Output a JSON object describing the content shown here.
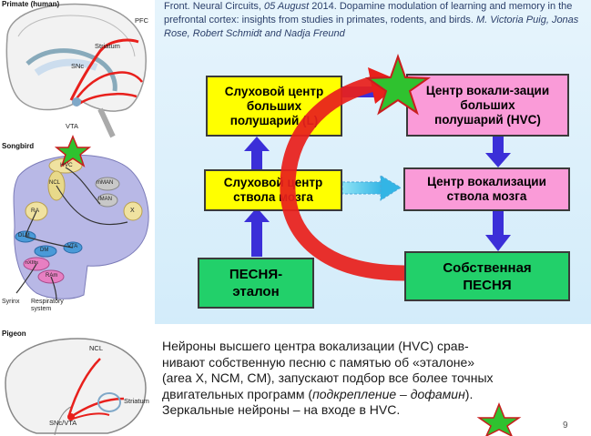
{
  "citation": {
    "journal": "Front. Neural Circuits,",
    "date": "05 August",
    "year_title": "2014. Dopamine modulation of learning and memory in the prefrontal cortex: insights from studies in primates, rodents, and birds.",
    "authors": "M. Victoria Puig,  Jonas Rose,  Robert Schmidt and  Nadja Freund"
  },
  "boxes": {
    "auditory_cortex": [
      "Слуховой центр",
      "больших",
      "полушарий (L)"
    ],
    "vocal_center": [
      "Центр вокали-зации",
      "больших",
      "полушарий (HVC)"
    ],
    "auditory_brainstem": [
      "Слуховой центр",
      "ствола мозга"
    ],
    "vocal_brainstem": [
      "Центр вокализации",
      "ствола мозга"
    ],
    "song_template": [
      "ПЕСНЯ-",
      "эталон"
    ],
    "own_song": [
      "Собственная",
      "ПЕСНЯ"
    ]
  },
  "thumbnails": {
    "primate": {
      "title": "Primate (human)",
      "labels": [
        "PFC",
        "Striatum",
        "SNc",
        "VTA"
      ]
    },
    "songbird": {
      "title": "Songbird",
      "labels": [
        "HVC",
        "NCL",
        "mMAN",
        "IMAN",
        "RA",
        "X",
        "DLM",
        "VTA",
        "DM",
        "nXIIts",
        "RAm",
        "Syrinx",
        "Respiratory system"
      ]
    },
    "pigeon": {
      "title": "Pigeon",
      "labels": [
        "NCL",
        "Striatum",
        "SNc/VTA"
      ]
    }
  },
  "body": {
    "line1": "Нейроны высшего центра вокализации (HVC) срав-",
    "line2": "нивают собственную песню с памятью об «эталоне»",
    "line3": "(area X, NCM, CM), запускают подбор все более точных",
    "line4_plain": "двигательных программ (",
    "line4_italic": "подкрепление – дофамин",
    "line4_end": ").",
    "line5": "Зеркальные нейроны – на входе в HVC."
  },
  "page_number": "9",
  "colors": {
    "yellow_box": "#ffff00",
    "pink_box": "#fa9bd8",
    "green_box": "#22d06a",
    "arrow_blue": "#3b2fd8",
    "curve_red": "#e8201c",
    "star_green": "#2fc22f"
  }
}
